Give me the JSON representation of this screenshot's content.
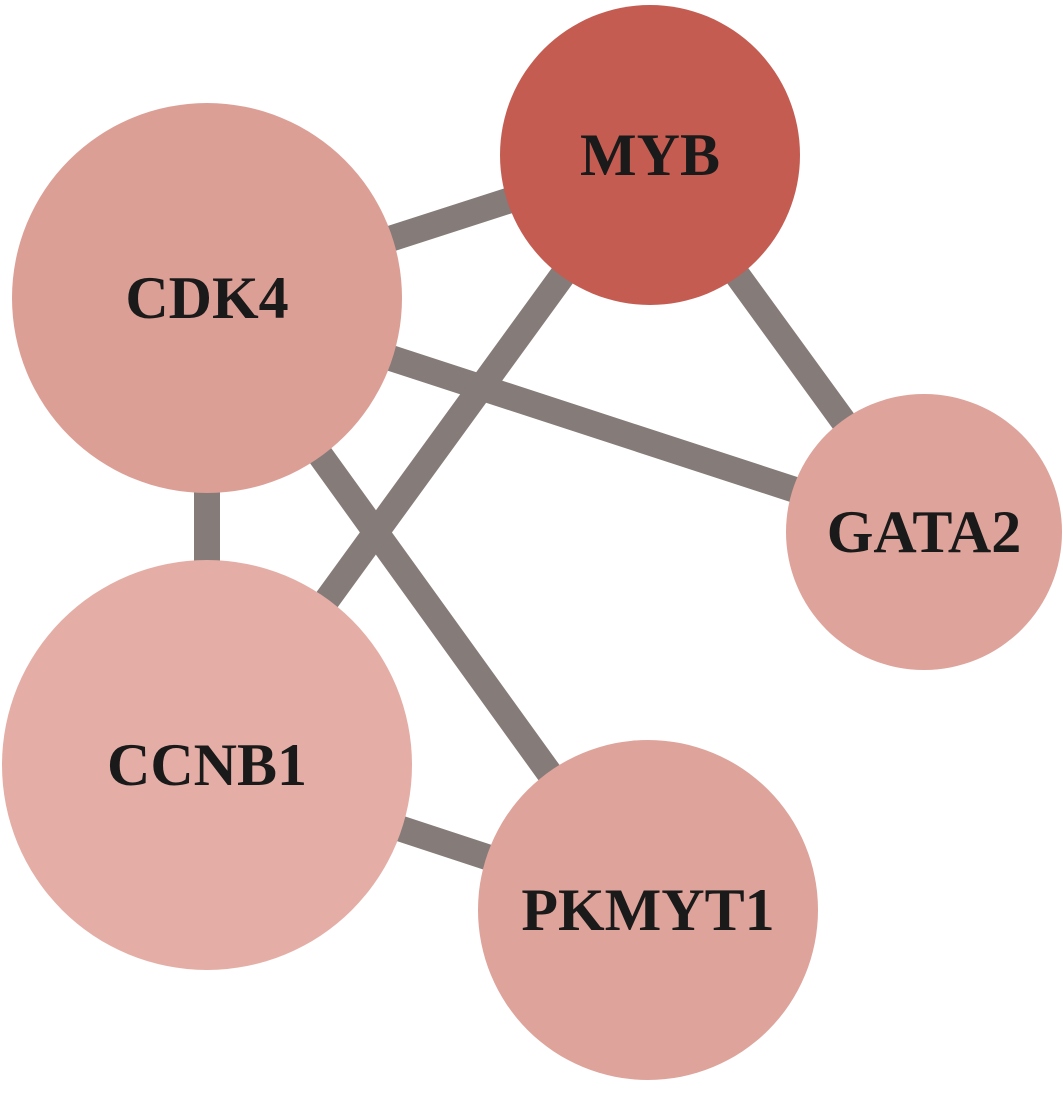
{
  "diagram": {
    "type": "network",
    "colors": {
      "edge": "#857b79",
      "hub": "#c45c52",
      "node": "#dea39a",
      "node_light": "#e4aea6"
    },
    "nodes": [
      {
        "id": "MYB",
        "label": "MYB",
        "color": "#c45c52"
      },
      {
        "id": "CDK4",
        "label": "CDK4",
        "color": "#dc9f96"
      },
      {
        "id": "GATA2",
        "label": "GATA2",
        "color": "#dea39a"
      },
      {
        "id": "CCNB1",
        "label": "CCNB1",
        "color": "#e4aea6"
      },
      {
        "id": "PKMYT1",
        "label": "PKMYT1",
        "color": "#dea39a"
      }
    ],
    "edges": [
      {
        "source": "CDK4",
        "target": "MYB"
      },
      {
        "source": "CDK4",
        "target": "GATA2"
      },
      {
        "source": "CDK4",
        "target": "CCNB1"
      },
      {
        "source": "CDK4",
        "target": "PKMYT1"
      },
      {
        "source": "MYB",
        "target": "GATA2"
      },
      {
        "source": "MYB",
        "target": "CCNB1"
      },
      {
        "source": "CCNB1",
        "target": "PKMYT1"
      }
    ]
  }
}
